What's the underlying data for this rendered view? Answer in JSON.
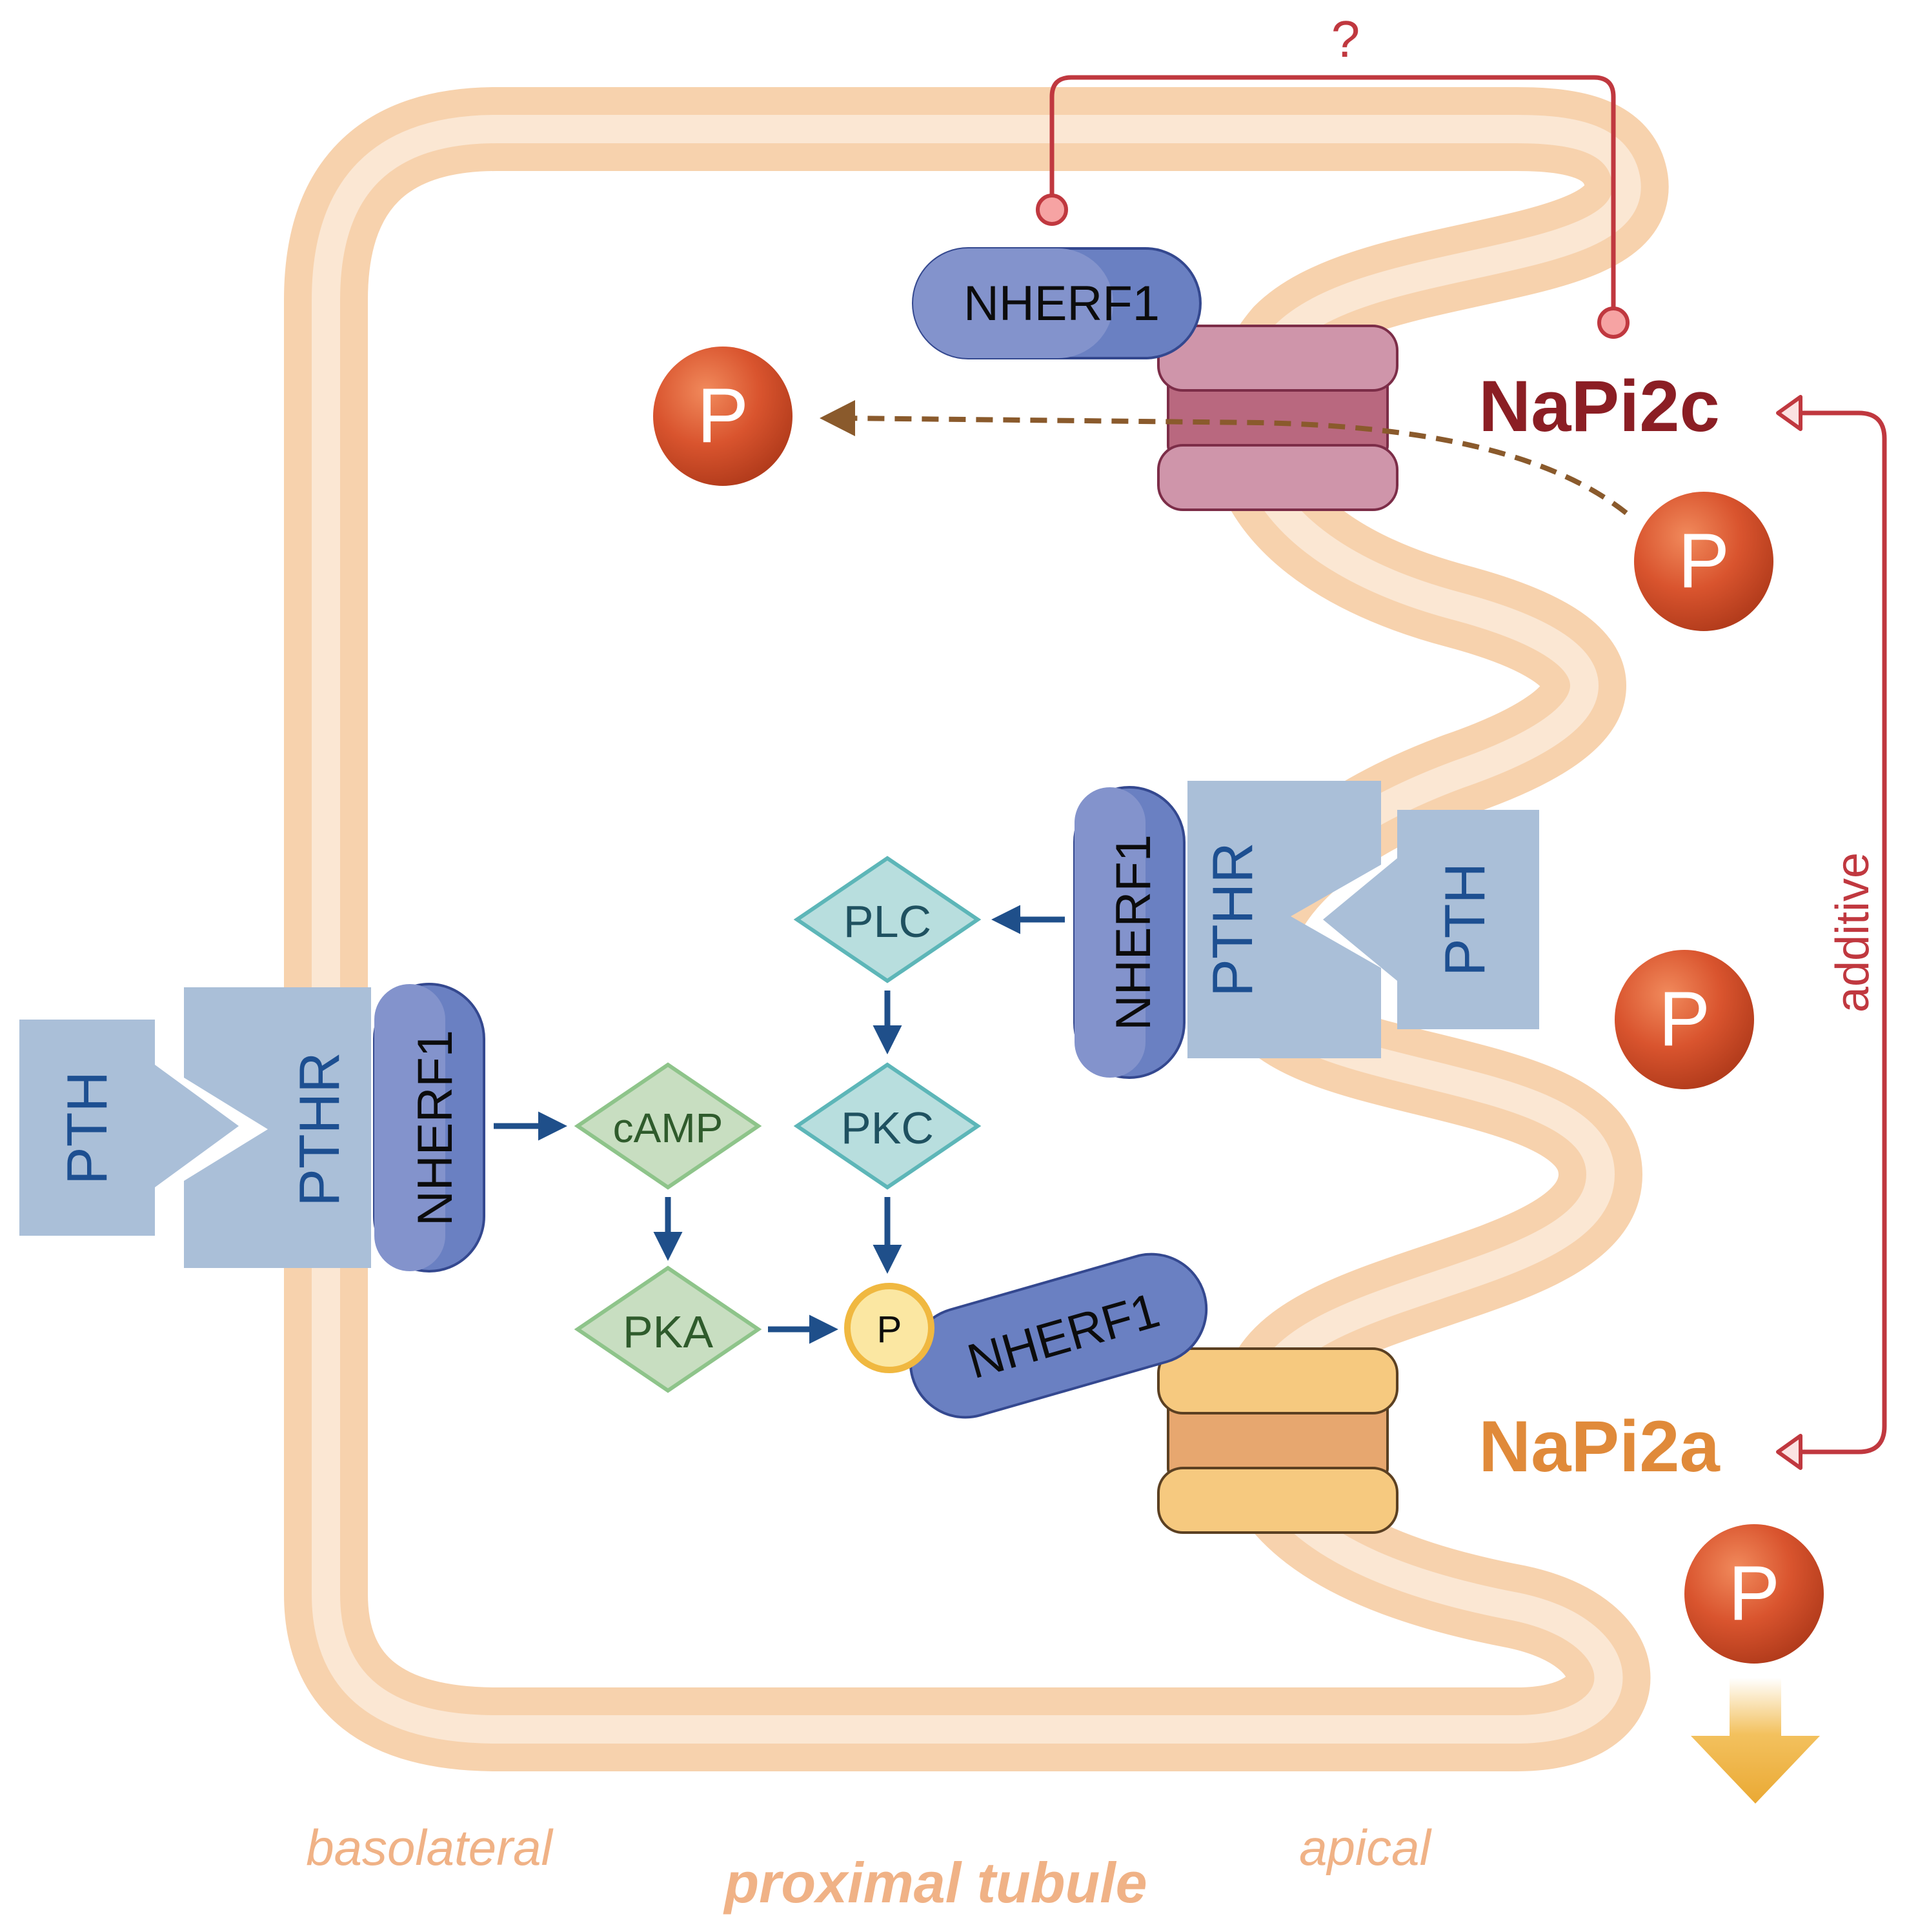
{
  "labels": {
    "question": "?",
    "napi2c": "NaPi2c",
    "napi2a": "NaPi2a",
    "additive": "additive",
    "basolateral": "basolateral",
    "apical": "apical",
    "proximal_tubule": "proximal tubule"
  },
  "proteins": {
    "nherf1_top": "NHERF1",
    "nherf1_mid": "NHERF1",
    "nherf1_left": "NHERF1",
    "nherf1_bottom": "NHERF1",
    "pthr_left": "PTHR",
    "pthr_right": "PTHR",
    "pth_left": "PTH",
    "pth_right": "PTH"
  },
  "signaling": {
    "camp": "cAMP",
    "pka": "PKA",
    "plc": "PLC",
    "pkc": "PKC",
    "phospho": "P"
  },
  "phosphate": {
    "label": "P"
  },
  "colors": {
    "membrane": "#f7d2ad",
    "napi2c": "#8b1e24",
    "napi2a": "#e08a3a",
    "regulation_line": "#c0383f",
    "signal_arrow": "#1f4f8a",
    "phosphate_ball": "#d9542e",
    "pth_receptor": "#aabfd8",
    "nherf1": "#6a80c2",
    "excretion_arrow": "#f0b23e"
  }
}
